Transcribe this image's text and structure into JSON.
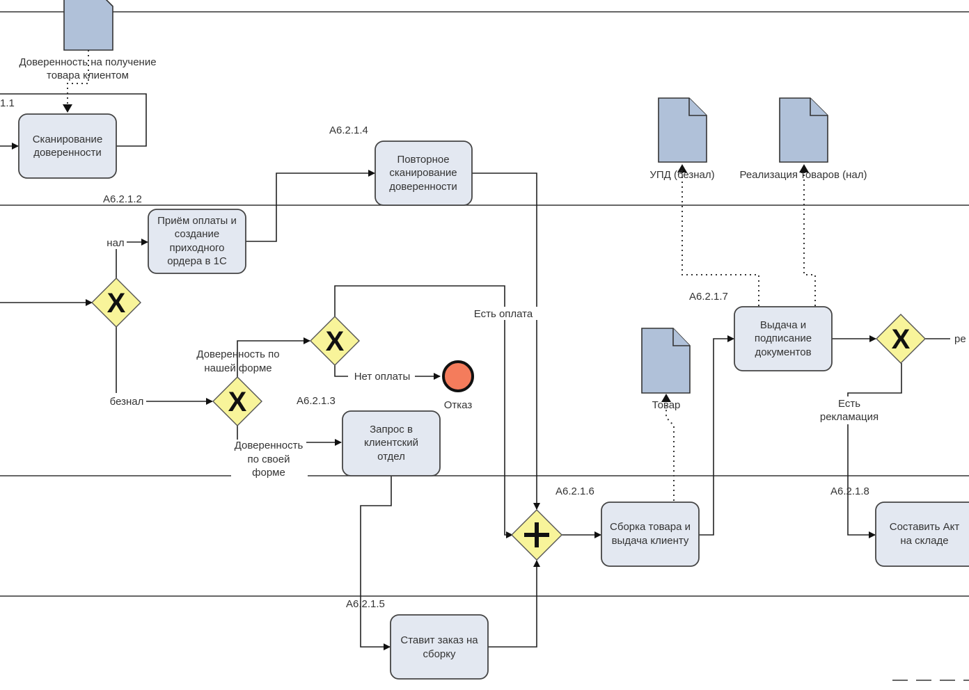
{
  "diagram": {
    "type": "BPMN process",
    "colors": {
      "task_fill": "#e3e8f1",
      "gateway_fill": "#f8f49a",
      "document_fill": "#b0c1d9",
      "end_event_fill": "#f47c5c"
    },
    "ids": {
      "a1": "1.1",
      "a2": "A6.2.1.2",
      "a3": "A6.2.1.3",
      "a4": "A6.2.1.4",
      "a5": "A6.2.1.5",
      "a6": "A6.2.1.6",
      "a7": "A6.2.1.7",
      "a8": "A6.2.1.8"
    },
    "tasks": {
      "scan": [
        "Сканирование",
        "доверенности"
      ],
      "payment": [
        "Приём оплаты и",
        "создание",
        "приходного",
        "ордера в 1С"
      ],
      "rescan": [
        "Повторное",
        "сканирование",
        "доверенности"
      ],
      "request": [
        "Запрос в",
        "клиентский",
        "отдел"
      ],
      "order": [
        "Ставит заказ на",
        "сборку"
      ],
      "assembly": [
        "Сборка товара и",
        "выдача клиенту"
      ],
      "issue": [
        "Выдача и",
        "подписание",
        "документов"
      ],
      "act": [
        "Составить Акт",
        "на складе"
      ]
    },
    "documents": {
      "proxy": [
        "Доверенность на получение",
        "товара клиентом"
      ],
      "upd": "УПД (безнал)",
      "sales": "Реализация товаров (нал)",
      "goods": "Товар"
    },
    "labels": {
      "cash": "нал",
      "noncash": "безнал",
      "our_form": [
        "Доверенность по",
        "нашей форме"
      ],
      "own_form": [
        "Доверенность",
        "по своей",
        "форме"
      ],
      "paid": "Есть оплата",
      "not_paid": "Нет оплаты",
      "reject": "Отказ",
      "complaint": [
        "Есть",
        "рекламация"
      ],
      "right_partial": "ре"
    }
  }
}
